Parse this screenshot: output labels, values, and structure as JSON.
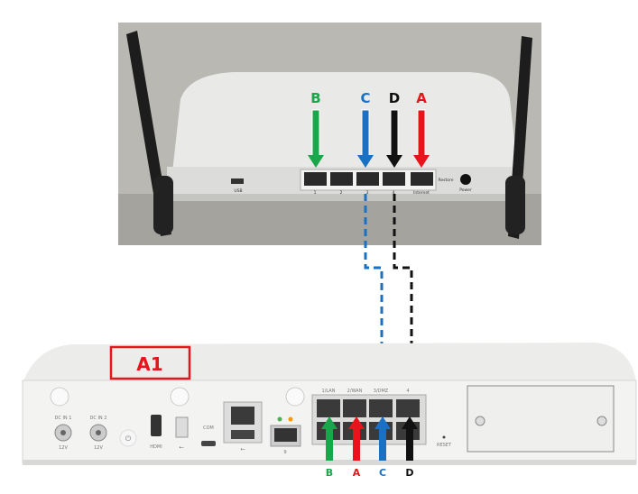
{
  "colors": {
    "green": "#1aa64a",
    "blue": "#1a70c2",
    "red": "#e8141b",
    "black": "#111111",
    "a1_box": "#e8141b"
  },
  "router": {
    "arrow_labels": [
      "B",
      "C",
      "D",
      "A"
    ],
    "usb_label": "USB",
    "port_labels": [
      "1",
      "2",
      "3",
      "4",
      "Internet"
    ],
    "restore_label": "Restore",
    "power_label": "Power"
  },
  "device": {
    "tag": "A1",
    "dc_in_1": "DC IN 1",
    "dc_in_2": "DC IN 2",
    "volt_1": "12V",
    "volt_2": "12V",
    "hdmi": "HDMI",
    "com": "COM",
    "port9": "9",
    "port_labels": [
      "1/LAN",
      "2/WAN",
      "3/DMZ",
      "4"
    ],
    "reset": "RESET",
    "arrow_labels": [
      "B",
      "A",
      "C",
      "D"
    ]
  }
}
